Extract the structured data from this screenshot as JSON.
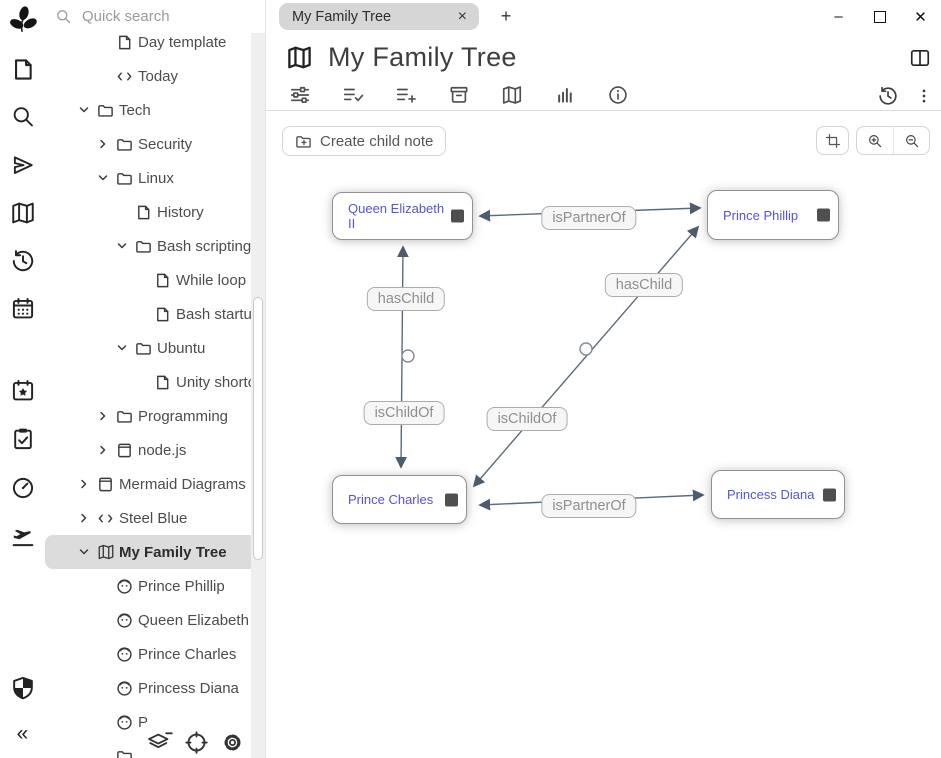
{
  "window": {
    "minimize": "–",
    "close": "✕",
    "tab": {
      "title": "My Family Tree",
      "close": "×"
    },
    "new_tab": "+"
  },
  "sidebar": {
    "search_placeholder": "Quick search",
    "items": [
      {
        "label": "Day template",
        "icon": "note"
      },
      {
        "label": "Today",
        "icon": "code"
      },
      {
        "label": "Tech",
        "icon": "folder",
        "expanded": true
      },
      {
        "label": "Security",
        "icon": "folder",
        "expanded": false
      },
      {
        "label": "Linux",
        "icon": "folder",
        "expanded": true
      },
      {
        "label": "History",
        "icon": "note"
      },
      {
        "label": "Bash scripting",
        "icon": "folder",
        "expanded": true
      },
      {
        "label": "While loop",
        "icon": "note"
      },
      {
        "label": "Bash startu",
        "icon": "note"
      },
      {
        "label": "Ubuntu",
        "icon": "folder",
        "expanded": true
      },
      {
        "label": "Unity shortc",
        "icon": "note"
      },
      {
        "label": "Programming",
        "icon": "folder",
        "expanded": false
      },
      {
        "label": "node.js",
        "icon": "book",
        "expanded": false
      },
      {
        "label": "Mermaid Diagrams",
        "icon": "book",
        "expanded": false
      },
      {
        "label": "Steel Blue",
        "icon": "code",
        "expanded": false
      },
      {
        "label": "My Family Tree",
        "icon": "map",
        "expanded": true,
        "selected": true
      },
      {
        "label": "Prince Phillip",
        "icon": "person"
      },
      {
        "label": "Queen Elizabeth",
        "icon": "person"
      },
      {
        "label": "Prince Charles",
        "icon": "person"
      },
      {
        "label": "Princess Diana",
        "icon": "person"
      },
      {
        "label": "P",
        "icon": "person"
      },
      {
        "label": "",
        "icon": "folder"
      }
    ],
    "launcher_icons": [
      "trilium-logo",
      "new-note",
      "search",
      "jump-to-note",
      "open-map",
      "recent-changes",
      "calendar",
      "bookmark-day",
      "tasks",
      "dashboard",
      "travel",
      "protected-session",
      "collapse-sidebar"
    ],
    "tree_action_icons": [
      "collapse-subtree",
      "scroll-to-active-note",
      "tree-settings"
    ]
  },
  "header": {
    "title": "My Family Tree"
  },
  "ribbon": {
    "icons": [
      "tune-options",
      "basic-properties",
      "owned-attributes",
      "book-properties",
      "relation-map",
      "note-info",
      "info"
    ],
    "right_icons": [
      "note-revisions",
      "more-menu"
    ]
  },
  "toolbar": {
    "create_child_note": "Create child note",
    "right_icons": [
      "reset-pan-zoom",
      "zoom-in",
      "zoom-out"
    ]
  },
  "map": {
    "accent_color": "#5453dd",
    "edge_color": "#5c6b7c",
    "nodes": [
      {
        "label": "Queen Elizabeth II"
      },
      {
        "label": "Prince Phillip"
      },
      {
        "label": "Prince Charles"
      },
      {
        "label": "Princess Diana"
      }
    ],
    "labels": [
      {
        "text": "isPartnerOf"
      },
      {
        "text": "hasChild"
      },
      {
        "text": "hasChild"
      },
      {
        "text": "isChildOf"
      },
      {
        "text": "isChildOf"
      },
      {
        "text": "isPartnerOf"
      }
    ],
    "relations": [
      {
        "label": "isPartnerOf",
        "between": [
          "Queen Elizabeth II",
          "Prince Phillip"
        ]
      },
      {
        "labels": [
          "hasChild",
          "isChildOf"
        ],
        "between": [
          "Queen Elizabeth II",
          "Prince Charles"
        ]
      },
      {
        "labels": [
          "hasChild",
          "isChildOf"
        ],
        "between": [
          "Prince Phillip",
          "Prince Charles"
        ]
      },
      {
        "label": "isPartnerOf",
        "between": [
          "Prince Charles",
          "Princess Diana"
        ]
      }
    ]
  }
}
